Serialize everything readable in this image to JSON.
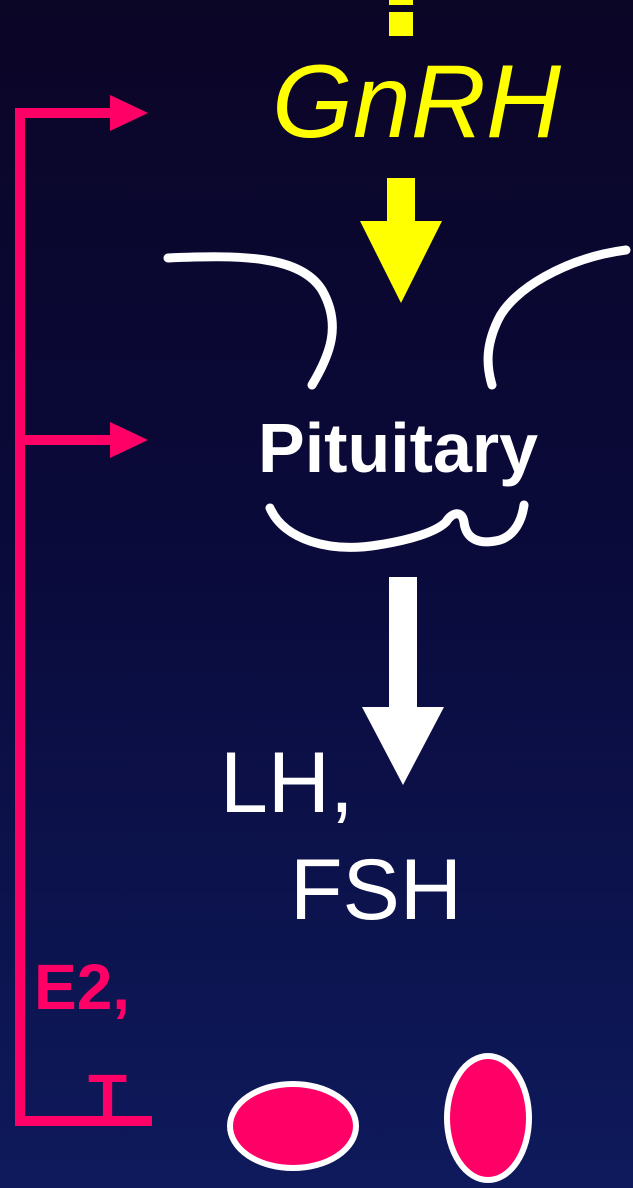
{
  "diagram": {
    "hormone_top": "GnRH",
    "gland": "Pituitary",
    "gonadotropins_line1": "LH,",
    "gonadotropins_line2": "FSH",
    "feedback_line1": "E2,",
    "feedback_line2": "T"
  },
  "colors": {
    "background_top": "#0b0526",
    "background_bottom": "#0e1a5c",
    "gnrh": "#ffff00",
    "feedback": "#ff0066",
    "outline": "#ffffff"
  },
  "icons": [
    "gnrh-arrow-icon",
    "lh-fsh-arrow-icon",
    "feedback-arrow-icon",
    "pituitary-outline-icon",
    "gonad-icon"
  ]
}
